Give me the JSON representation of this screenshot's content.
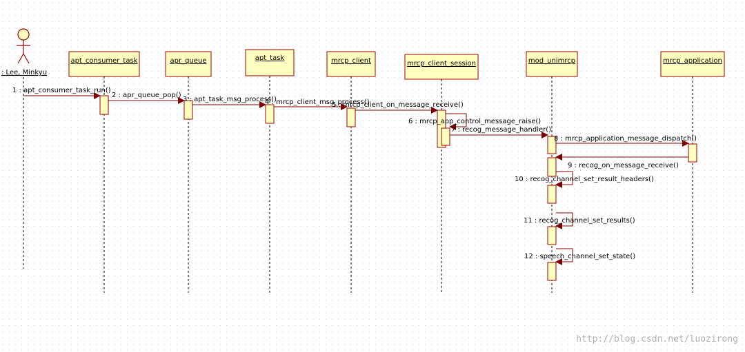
{
  "actor": {
    "label": ": Lee, Minkyu"
  },
  "lifelines": [
    {
      "id": "actor",
      "label": ": Lee, Minkyu"
    },
    {
      "id": "apt_consumer_task",
      "label": "apt_consumer_task"
    },
    {
      "id": "apr_queue",
      "label": "apr_queue"
    },
    {
      "id": "apt_task",
      "label": "apt_task"
    },
    {
      "id": "mrcp_client",
      "label": "mrcp_client"
    },
    {
      "id": "mrcp_client_session",
      "label": "mrcp_client_session"
    },
    {
      "id": "mod_unimrcp",
      "label": "mod_unimrcp"
    },
    {
      "id": "mrcp_application",
      "label": "mrcp_application"
    }
  ],
  "messages": [
    {
      "num": 1,
      "label": "1 : apt_consumer_task_run()",
      "from": "actor",
      "to": "apt_consumer_task"
    },
    {
      "num": 2,
      "label": "2 : apr_queue_pop()",
      "from": "apt_consumer_task",
      "to": "apr_queue"
    },
    {
      "num": 3,
      "label": "3 : apt_task_msg_process()",
      "from": "apr_queue",
      "to": "apt_task"
    },
    {
      "num": 4,
      "label": "4 : mrcp_client_msg_process()",
      "from": "apt_task",
      "to": "mrcp_client"
    },
    {
      "num": 5,
      "label": "5 : mrcp_client_on_message_receive()",
      "from": "mrcp_client",
      "to": "mrcp_client_session"
    },
    {
      "num": 6,
      "label": "6 : mrcp_app_control_message_raise()",
      "from": "mrcp_client_session",
      "to": "mrcp_client_session"
    },
    {
      "num": 7,
      "label": "7 : recog_message_handler()",
      "from": "mrcp_client_session",
      "to": "mod_unimrcp"
    },
    {
      "num": 8,
      "label": "8 : mrcp_application_message_dispatch()",
      "from": "mod_unimrcp",
      "to": "mrcp_application"
    },
    {
      "num": 9,
      "label": "9 : recog_on_message_receive()",
      "from": "mrcp_application",
      "to": "mod_unimrcp"
    },
    {
      "num": 10,
      "label": "10 : recog_channel_set_result_headers()",
      "from": "mod_unimrcp",
      "to": "mod_unimrcp"
    },
    {
      "num": 11,
      "label": "11 : recog_channel_set_results()",
      "from": "mod_unimrcp",
      "to": "mod_unimrcp"
    },
    {
      "num": 12,
      "label": "12 : speech_channel_set_state()",
      "from": "mod_unimrcp",
      "to": "mod_unimrcp"
    }
  ],
  "watermark": "http://blog.csdn.net/luozirong",
  "colors": {
    "box_fill": "#ffffc0",
    "box_stroke": "#a00000",
    "arrow": "#800000",
    "lifeline": "#000000"
  }
}
